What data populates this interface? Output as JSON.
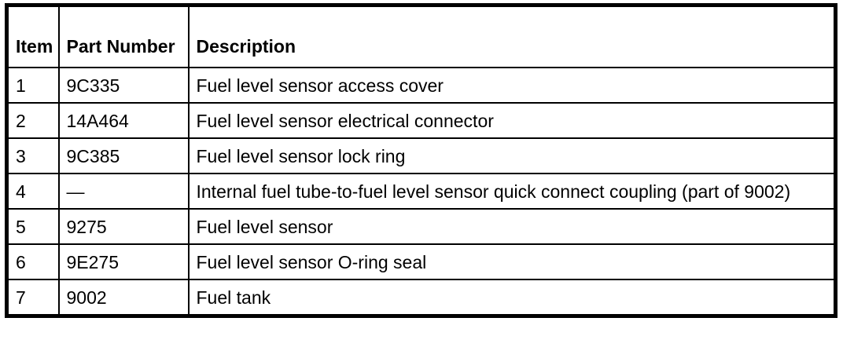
{
  "table": {
    "headers": {
      "item": "Item",
      "part_number": "Part Number",
      "description": "Description"
    },
    "rows": [
      {
        "item": "1",
        "part_number": "9C335",
        "description": "Fuel level sensor access cover"
      },
      {
        "item": "2",
        "part_number": "14A464",
        "description": "Fuel level sensor electrical connector"
      },
      {
        "item": "3",
        "part_number": "9C385",
        "description": "Fuel level sensor lock ring"
      },
      {
        "item": "4",
        "part_number": "—",
        "description": "Internal fuel tube-to-fuel level sensor quick connect coupling (part of 9002)"
      },
      {
        "item": "5",
        "part_number": "9275",
        "description": "Fuel level sensor"
      },
      {
        "item": "6",
        "part_number": "9E275",
        "description": "Fuel level sensor O-ring seal"
      },
      {
        "item": "7",
        "part_number": "9002",
        "description": "Fuel tank"
      }
    ],
    "colors": {
      "border": "#000000",
      "text": "#000000",
      "background": "#ffffff"
    }
  }
}
